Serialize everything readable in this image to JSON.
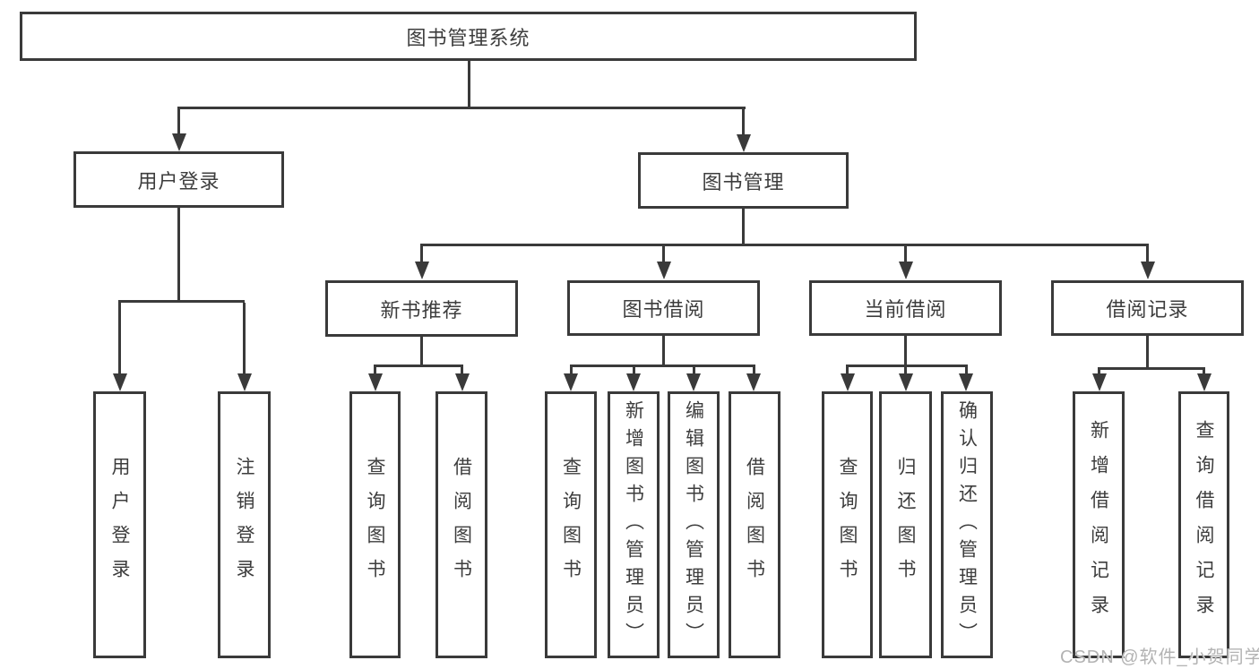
{
  "diagram": {
    "type": "function-structure-tree",
    "title": "图书管理系统"
  },
  "nodes": {
    "root": {
      "label": "图书管理系统"
    },
    "user_login": {
      "label": "用户登录"
    },
    "book_mgmt": {
      "label": "图书管理"
    },
    "new_book_rec": {
      "label": "新书推荐"
    },
    "book_borrow": {
      "label": "图书借阅"
    },
    "current_borrow": {
      "label": "当前借阅"
    },
    "borrow_records": {
      "label": "借阅记录"
    },
    "leaf_user_login": {
      "label": "用户登录"
    },
    "leaf_logout": {
      "label": "注销登录"
    },
    "leaf_nbr_query": {
      "label": "查询图书"
    },
    "leaf_nbr_borrow": {
      "label": "借阅图书"
    },
    "leaf_bb_query": {
      "label": "查询图书"
    },
    "leaf_bb_add": {
      "label": "新增图书（管理员）"
    },
    "leaf_bb_edit": {
      "label": "编辑图书（管理员）"
    },
    "leaf_bb_borrow": {
      "label": "借阅图书"
    },
    "leaf_cb_query": {
      "label": "查询图书"
    },
    "leaf_cb_return": {
      "label": "归还图书"
    },
    "leaf_cb_confirm": {
      "label": "确认归还（管理员）"
    },
    "leaf_br_add": {
      "label": "新增借阅记录"
    },
    "leaf_br_query": {
      "label": "查询借阅记录"
    }
  },
  "tree": {
    "图书管理系统": {
      "用户登录": [
        "用户登录",
        "注销登录"
      ],
      "图书管理": {
        "新书推荐": [
          "查询图书",
          "借阅图书"
        ],
        "图书借阅": [
          "查询图书",
          "新增图书（管理员）",
          "编辑图书（管理员）",
          "借阅图书"
        ],
        "当前借阅": [
          "查询图书",
          "归还图书",
          "确认归还（管理员）"
        ],
        "借阅记录": [
          "新增借阅记录",
          "查询借阅记录"
        ]
      }
    }
  },
  "watermark": {
    "text": "CSDN @软件_小贺同学"
  },
  "colors": {
    "background": "#ffffff",
    "line": "#3a3a3a",
    "box_border": "#3a3a3a",
    "text": "#3d3d3d",
    "watermark": "#b3b3b3"
  }
}
